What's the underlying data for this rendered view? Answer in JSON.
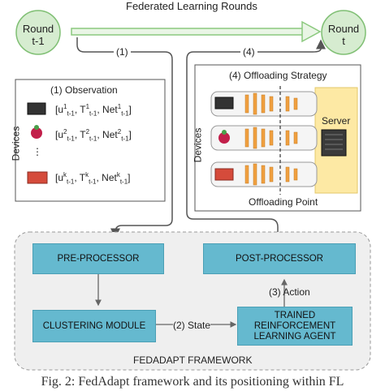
{
  "title": "Federated Learning Rounds",
  "round_prev": "Round\nt-1",
  "round_next": "Round\nt",
  "edge_1": "(1)",
  "edge_4": "(4)",
  "observation": {
    "title": "(1) Observation",
    "side_label": "Devices",
    "rows": [
      "[u1t-1, T1t-1, Net1t-1]",
      "[u2t-1, T2t-1, Net2t-1]",
      "[ukt-1, Tkt-1, Netkt-1]"
    ]
  },
  "offloading": {
    "title": "(4) Offloading Strategy",
    "side_label": "Devices",
    "server_label": "Server",
    "point_label": "Offloading Point"
  },
  "framework": {
    "name": "FEDADAPT FRAMEWORK",
    "pre": "PRE-PROCESSOR",
    "post": "POST-PROCESSOR",
    "cluster": "CLUSTERING MODULE",
    "agent": "TRAINED\nREINFORCEMENT\nLEARNING AGENT",
    "state_label": "(2) State",
    "action_label": "(3) Action"
  },
  "caption": "Fig. 2: FedAdapt framework and its positioning within FL",
  "colors": {
    "green": "#8bc97e",
    "teal": "#65b9cf",
    "frame_bg": "#efefef",
    "server_bg": "#fde9a4"
  }
}
